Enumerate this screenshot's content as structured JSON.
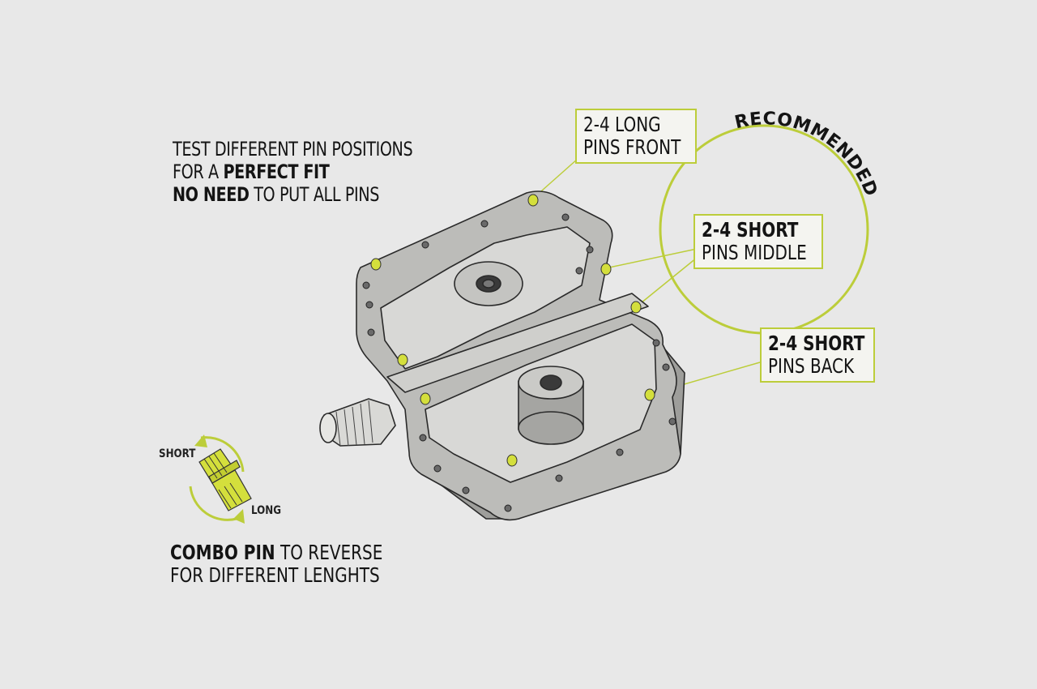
{
  "heading": {
    "line1": "TEST DIFFERENT PIN POSITIONS",
    "line2_pre": "FOR A ",
    "line2_bold": "PERFECT FIT",
    "line3_bold": "NO NEED",
    "line3_post": " TO PUT ALL PINS"
  },
  "callouts": {
    "front": {
      "line1": "2-4  LONG",
      "line2": "PINS FRONT"
    },
    "middle": {
      "line1": "2-4 SHORT",
      "line2": "PINS MIDDLE"
    },
    "back": {
      "line1": "2-4 SHORT",
      "line2": "PINS BACK"
    }
  },
  "recommended": "RECOMMENDED",
  "pin": {
    "short_label": "SHORT",
    "long_label": "LONG"
  },
  "combo": {
    "bold": "COMBO PIN",
    "rest1": " TO REVERSE",
    "line2": "FOR DIFFERENT LENGHTS"
  },
  "colors": {
    "accent": "#bccd3a",
    "pin": "#d4df3c",
    "pedal": "#b9b9b6",
    "outline": "#2a2a2a",
    "background": "#e8e8e8"
  }
}
